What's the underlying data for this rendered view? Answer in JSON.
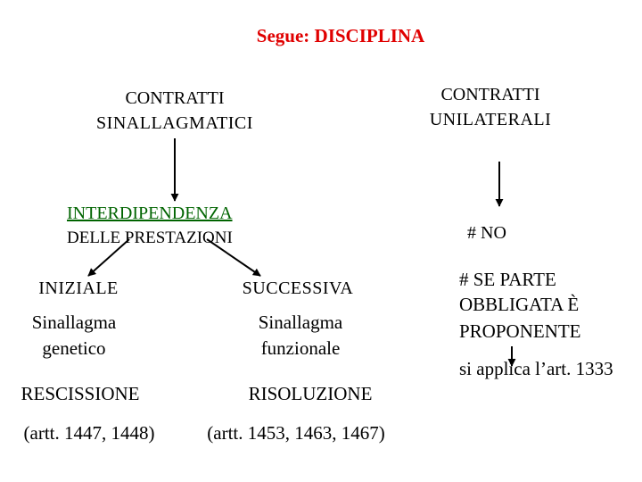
{
  "title": "Segue: DISCIPLINA",
  "left": {
    "heading_line1": "CONTRATTI",
    "heading_line2": "SINALLAGMATICI",
    "node_line1": "INTERDIPENDENZA",
    "node_line2": "DELLE PRESTAZIONI",
    "branch_initial": {
      "label": "INIZIALE",
      "desc_line1": "Sinallagma",
      "desc_line2": "genetico",
      "remedy": "RESCISSIONE",
      "articles": "(artt. 1447, 1448)"
    },
    "branch_successive": {
      "label": "SUCCESSIVA",
      "desc_line1": "Sinallagma",
      "desc_line2": "funzionale",
      "remedy": "RISOLUZIONE",
      "articles": "(artt. 1453, 1463, 1467)"
    }
  },
  "right": {
    "heading_line1": "CONTRATTI",
    "heading_line2": "UNILATERALI",
    "no_label": "# NO",
    "exception_line1": "# SE PARTE",
    "exception_line2": "OBBLIGATA È",
    "exception_line3": "PROPONENTE",
    "result": "si applica l’art. 1333"
  },
  "colors": {
    "title": "#e00000",
    "node_highlight": "#006400",
    "text": "#000000",
    "arrows": "#000000"
  }
}
